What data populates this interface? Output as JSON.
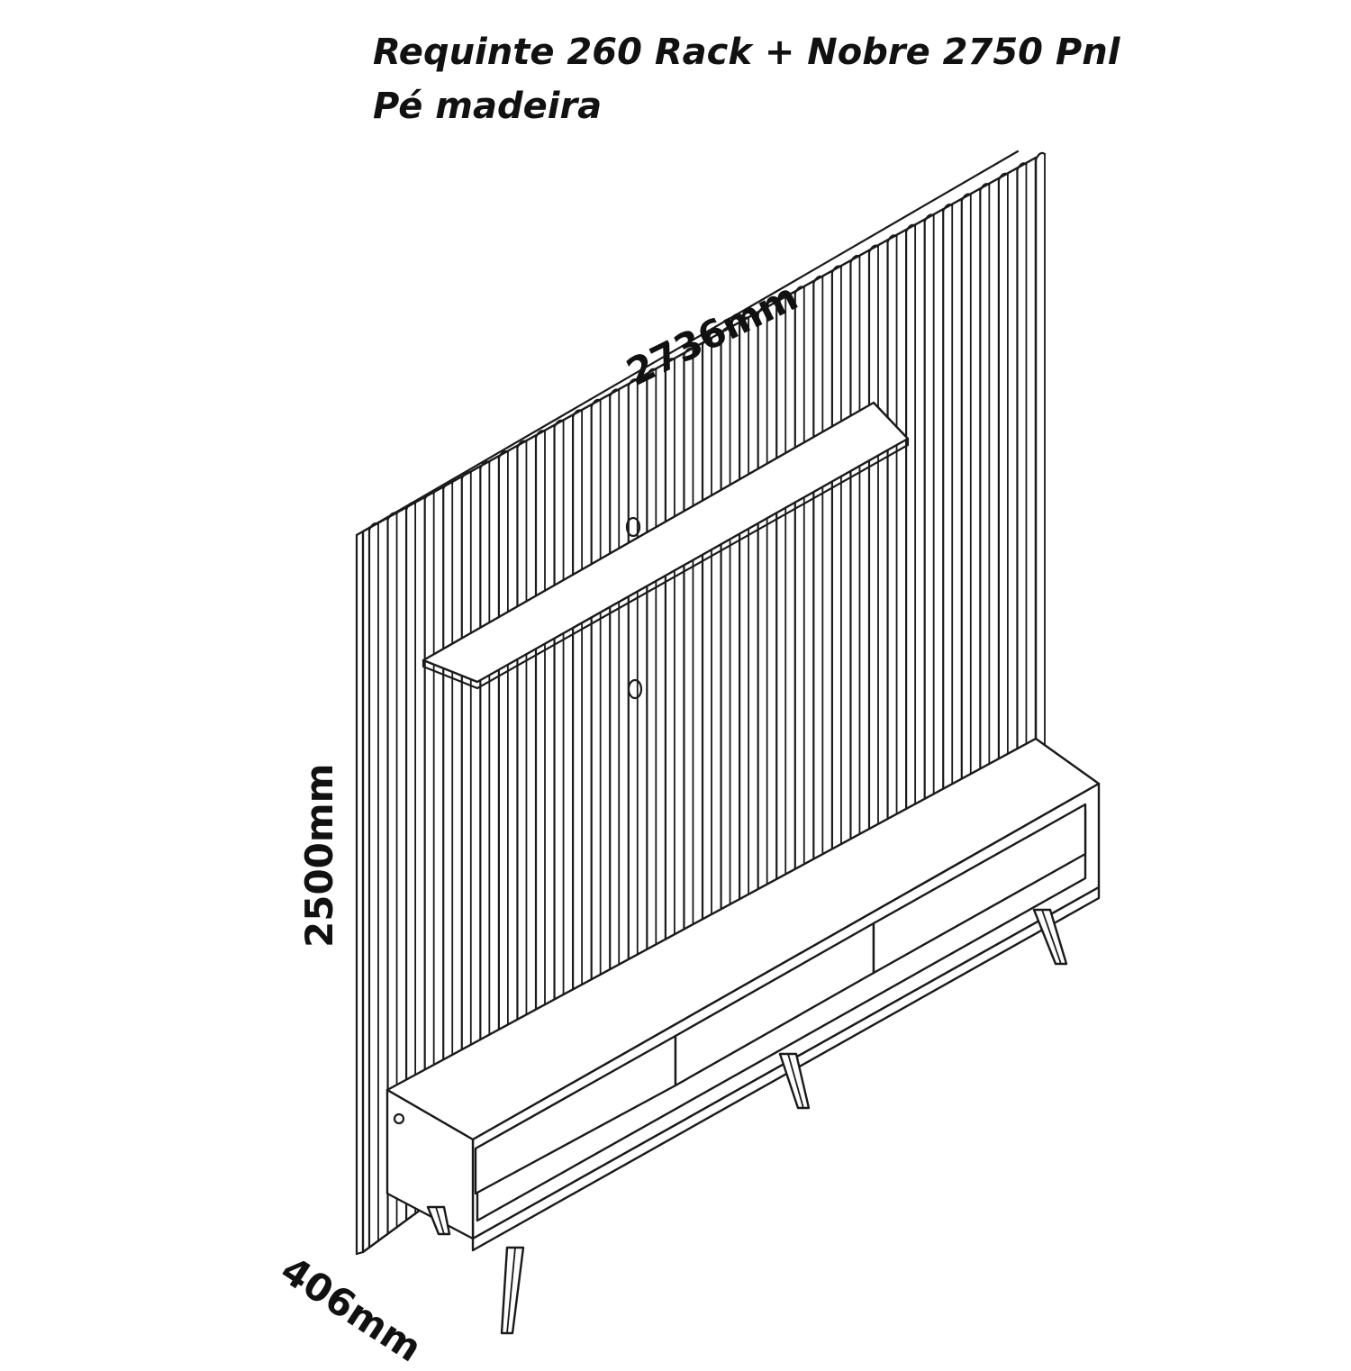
{
  "title": {
    "line1": "Requinte 260 Rack + Nobre 2750 Pnl",
    "line2": "Pé madeira"
  },
  "dimensions": {
    "width": "2736mm",
    "height": "2500mm",
    "depth": "406mm"
  },
  "colors": {
    "stroke": "#1a1a1a",
    "background": "#ffffff"
  }
}
